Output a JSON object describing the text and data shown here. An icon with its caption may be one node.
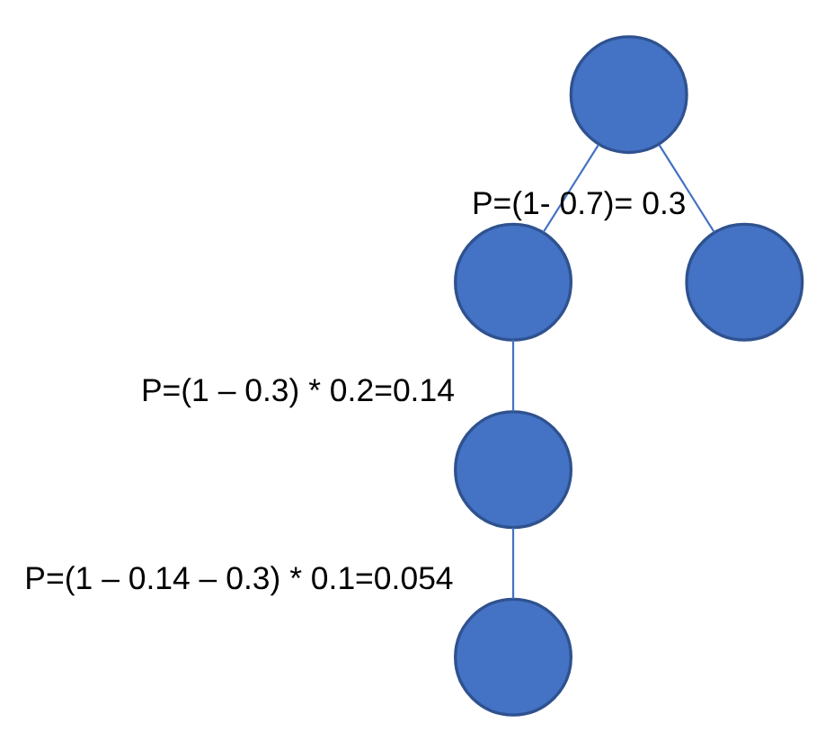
{
  "diagram": {
    "nodes": [
      {
        "text": [],
        "shape": "circle"
      },
      {
        "text": [],
        "shape": "circle"
      },
      {
        "text": [],
        "shape": "circle",
        "beside": [
          "P=(1- 0.7)= 0.3"
        ]
      },
      {
        "text": [],
        "shape": "circle",
        "beside": [
          "P=(1 – 0.3) * 0.2=0.14"
        ]
      },
      {
        "text": [],
        "shape": "circle",
        "beside": [
          "P=(1 – 0.14 – 0.3) * 0.1=0.054"
        ]
      }
    ],
    "edges": [
      {
        "from": 0,
        "to": 1,
        "arrow": "none"
      },
      {
        "from": 0,
        "to": 2,
        "arrow": "none"
      },
      {
        "from": 1,
        "to": 3,
        "arrow": "none"
      },
      {
        "from": 3,
        "to": 4,
        "arrow": "none"
      }
    ]
  }
}
